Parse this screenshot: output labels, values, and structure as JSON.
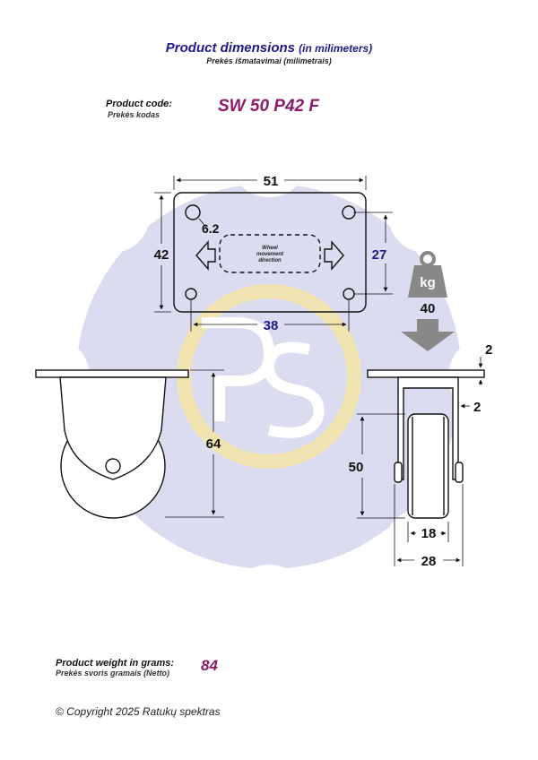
{
  "header": {
    "title": "Product dimensions",
    "title_suffix": "(in milimeters)",
    "subtitle": "Prekės išmatavimai (milimetrais)"
  },
  "product_code": {
    "label": "Product code:",
    "label_sub": "Prekės kodas",
    "value": "SW 50 P42 F"
  },
  "drawing": {
    "plate_width": "51",
    "plate_height": "42",
    "hole_diameter": "6.2",
    "hole_spacing_y": "27",
    "hole_spacing_x": "38",
    "arrow_text_1": "Wheel",
    "arrow_text_2": "movement",
    "arrow_text_3": "direction",
    "load_unit": "kg",
    "load_capacity": "40",
    "total_height": "64",
    "plate_thickness": "2",
    "side_gap": "2",
    "wheel_diameter": "50",
    "wheel_width": "18",
    "bracket_width": "28"
  },
  "weight": {
    "label": "Product weight in grams:",
    "label_sub": "Prekės svoris gramais (Netto)",
    "value": "84"
  },
  "footer": {
    "copyright": "© Copyright 2025 Ratukų spektras"
  },
  "colors": {
    "title": "#1b1b8a",
    "accent": "#8b1a6b",
    "blue_dim": "#1b1b8a",
    "watermark": "#dcdcf0",
    "logo_yellow": "#f5e6a0"
  }
}
